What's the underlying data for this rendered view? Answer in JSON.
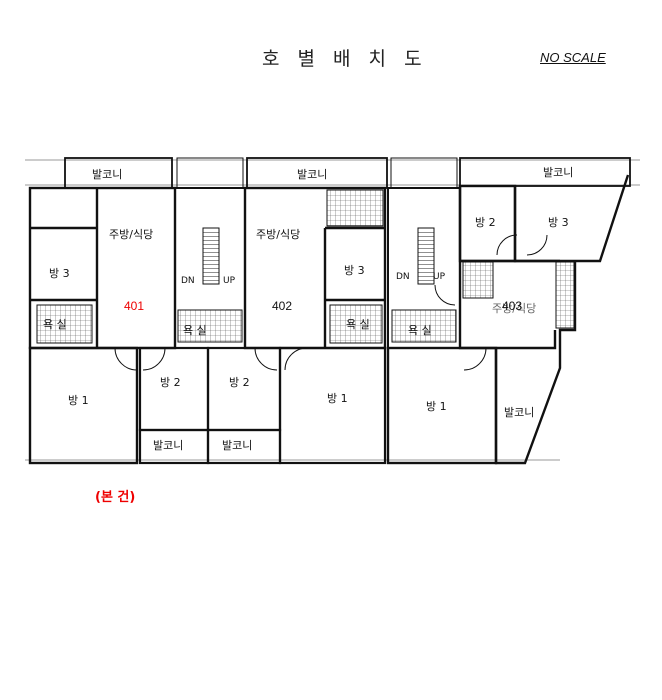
{
  "title": "호 별 배 치 도",
  "scale_note": "NO SCALE",
  "note": "(본 건)",
  "units": [
    {
      "label": "401",
      "color": "#e00000"
    },
    {
      "label": "402",
      "color": "#111111"
    },
    {
      "label": "403",
      "color": "#111111"
    }
  ],
  "rooms": {
    "balcony": "발코니",
    "kitchen": "주방/식당",
    "kitchen_partial": "주방/식당",
    "room1": "방 1",
    "room2": "방 2",
    "room3": "방 3",
    "bath": "욕 실",
    "dn": "DN",
    "up": "UP"
  }
}
